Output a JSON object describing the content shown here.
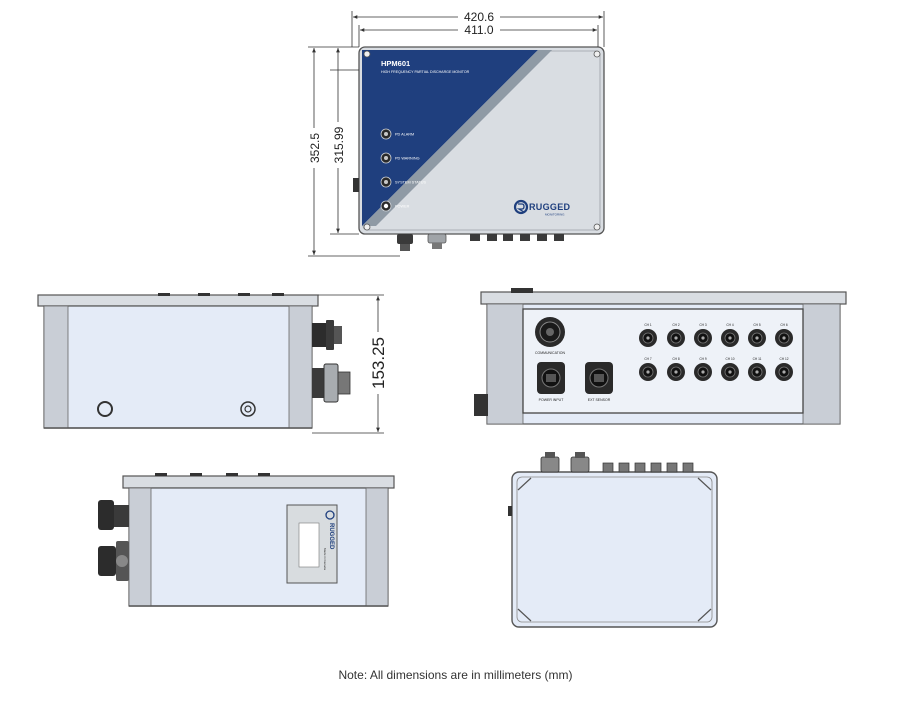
{
  "dimensions": {
    "overall_width": "420.6",
    "body_width": "411.0",
    "overall_height": "352.5",
    "body_height": "315.99",
    "depth": "153.25"
  },
  "front_panel": {
    "model": "HPM601",
    "subtitle": "HIGH FREQUENCY PARTIAL DISCHARGE MONITOR",
    "indicators": [
      "PD ALARM",
      "PD WARNING",
      "SYSTEM STATUS",
      "POWER"
    ],
    "brand": "RUGGED",
    "brand_tagline": "MONITORING",
    "colors": {
      "blue_panel": "#1f3f7e",
      "enclosure": "#d9dde2",
      "accent_stripe": "#8f9aa5"
    }
  },
  "connector_panel": {
    "top_labels": [
      "CH 1",
      "CH 2",
      "CH 3",
      "CH 4",
      "CH 5",
      "CH 6"
    ],
    "bottom_labels": [
      "CH 7",
      "CH 8",
      "CH 9",
      "CH 10",
      "CH 11",
      "CH 12"
    ],
    "communication_label": "COMMUNICATION",
    "power_label": "POWER INPUT",
    "ext_label": "EXT SENSOR"
  },
  "side_label": {
    "brand": "RUGGED",
    "made_in": "Made in Canada"
  },
  "note": "Note: All dimensions are in millimeters (mm)"
}
